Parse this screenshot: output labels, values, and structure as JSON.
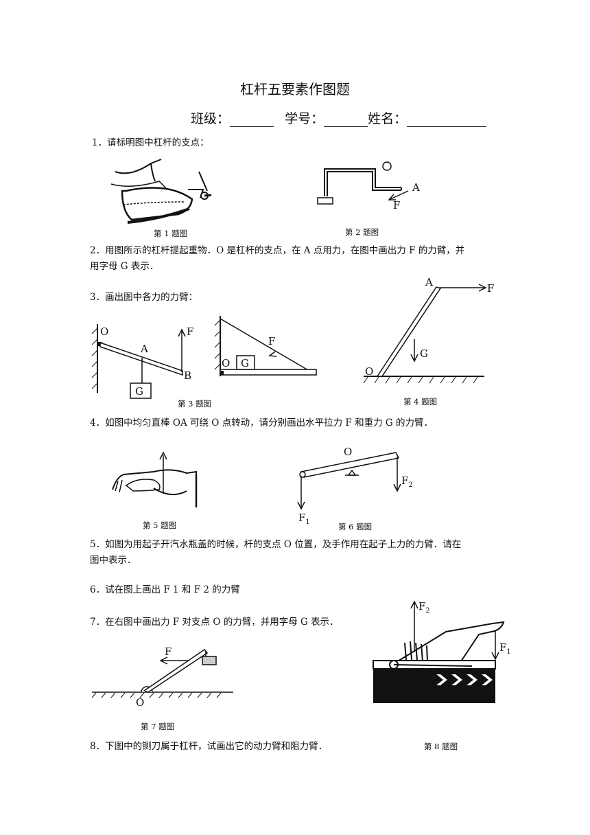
{
  "title": "杠杆五要素作图题",
  "info": {
    "class_label": "班级：",
    "number_label": "学号：",
    "name_label": "姓名："
  },
  "questions": {
    "q1": "1．请标明图中杠杆的支点：",
    "q2_line1": "2．用图所示的杠杆提起重物．O 是杠杆的支点，在 A 点用力，在图中画出力 F 的力臂，并",
    "q2_line2": "用字母 G 表示．",
    "q3": "3．画出图中各力的力臂：",
    "q4": "4．如图中均匀直棒 OA 可绕 O 点转动，请分别画出水平拉力 F 和重力 G 的力臂．",
    "q5_line1": "5．如图为用起子开汽水瓶盖的时候，杆的支点 O 位置，及手作用在起子上力的力臂．请在",
    "q5_line2": "图中表示．",
    "q6": "6．试在图上画出 F 1 和 F 2 的力臂",
    "q7": "7．在右图中画出力 F 对支点 O 的力臂，并用字母 G 表示．",
    "q8": "8．下图中的铡刀属于杠杆，试画出它的动力臂和阻力臂．"
  },
  "captions": {
    "fig1": "第 1 题图",
    "fig2": "第 2 题图",
    "fig3": "第 3 题图",
    "fig4": "第 4 题图",
    "fig5": "第 5 题图",
    "fig6": "第 6 题图",
    "fig7": "第 7 题图",
    "fig8": "第 8 题图"
  },
  "labels": {
    "O": "O",
    "A": "A",
    "B": "B",
    "F": "F",
    "G": "G",
    "F1": "F",
    "F1_sub": "1",
    "F2": "F",
    "F2_sub": "2"
  }
}
